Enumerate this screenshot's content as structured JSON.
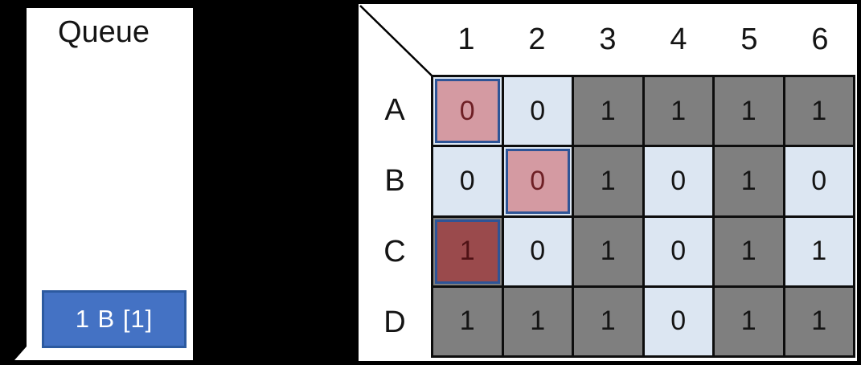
{
  "colors": {
    "background": "#000000",
    "panel": "#ffffff",
    "text": "#141414",
    "grid_line": "#0d0d0d",
    "cell_light_blue": "#dce6f2",
    "cell_gray": "#7f7f7f",
    "cell_pink": "#d49aa2",
    "cell_dark_red": "#9a4a4c",
    "highlight_border": "#2e5496",
    "pink_text": "#6e1f25",
    "dark_red_text": "#4f1215",
    "queue_fill": "#4472c4",
    "queue_border": "#2c5aa0",
    "queue_text": "#ffffff"
  },
  "queue_panel": {
    "title": "Queue",
    "items": [
      {
        "label": "1 B [1]"
      }
    ]
  },
  "matrix_panel": {
    "column_headers": [
      "1",
      "2",
      "3",
      "4",
      "5",
      "6"
    ],
    "row_headers": [
      "A",
      "B",
      "C",
      "D"
    ],
    "rows": [
      {
        "label": "A",
        "cells": [
          {
            "value": "0",
            "state": "frontier"
          },
          {
            "value": "0",
            "state": "light"
          },
          {
            "value": "1",
            "state": "dark"
          },
          {
            "value": "1",
            "state": "dark"
          },
          {
            "value": "1",
            "state": "dark"
          },
          {
            "value": "1",
            "state": "dark"
          }
        ]
      },
      {
        "label": "B",
        "cells": [
          {
            "value": "0",
            "state": "light"
          },
          {
            "value": "0",
            "state": "frontier"
          },
          {
            "value": "1",
            "state": "dark"
          },
          {
            "value": "0",
            "state": "light"
          },
          {
            "value": "1",
            "state": "dark"
          },
          {
            "value": "0",
            "state": "light"
          }
        ]
      },
      {
        "label": "C",
        "cells": [
          {
            "value": "1",
            "state": "current"
          },
          {
            "value": "0",
            "state": "light"
          },
          {
            "value": "1",
            "state": "dark"
          },
          {
            "value": "0",
            "state": "light"
          },
          {
            "value": "1",
            "state": "dark"
          },
          {
            "value": "1",
            "state": "light"
          }
        ]
      },
      {
        "label": "D",
        "cells": [
          {
            "value": "1",
            "state": "dark"
          },
          {
            "value": "1",
            "state": "dark"
          },
          {
            "value": "1",
            "state": "dark"
          },
          {
            "value": "0",
            "state": "light"
          },
          {
            "value": "1",
            "state": "dark"
          },
          {
            "value": "1",
            "state": "dark"
          }
        ]
      }
    ]
  }
}
